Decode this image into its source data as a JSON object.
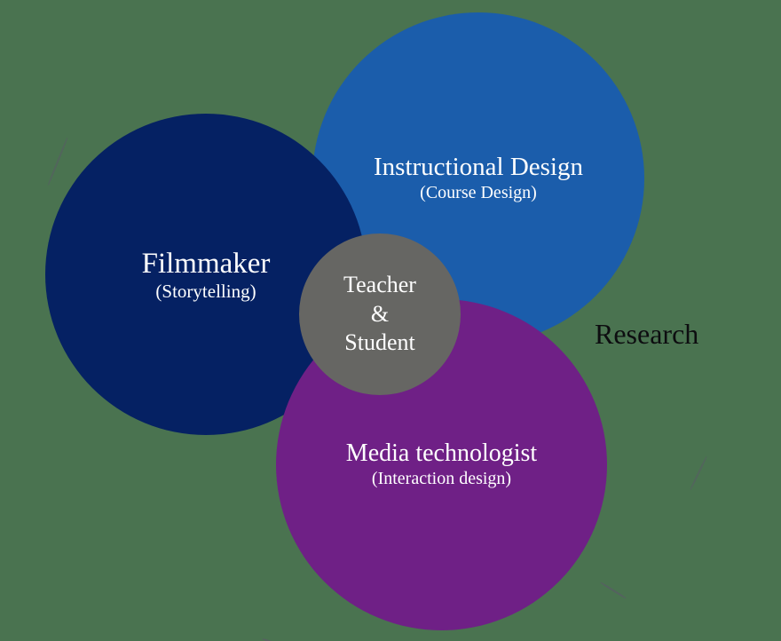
{
  "figure": {
    "type": "venn-diagram",
    "background_color": "#4a7350",
    "external_label": "Research",
    "external_label_color": "#0d0d10",
    "circles": [
      {
        "id": "filmmaker",
        "title": "Filmmaker",
        "subtitle": "(Storytelling)",
        "color": "#052163",
        "text_color": "#ffffff"
      },
      {
        "id": "instructional-design",
        "title": "Instructional Design",
        "subtitle": "(Course Design)",
        "color": "#1b5dab",
        "text_color": "#ffffff"
      },
      {
        "id": "media-technologist",
        "title": "Media technologist",
        "subtitle": "(Interaction design)",
        "color": "#6f2086",
        "text_color": "#ffffff"
      },
      {
        "id": "teacher-student",
        "lines": [
          "Teacher",
          "&",
          "Student"
        ],
        "color": "#666663",
        "text_color": "#ffffff"
      }
    ]
  }
}
